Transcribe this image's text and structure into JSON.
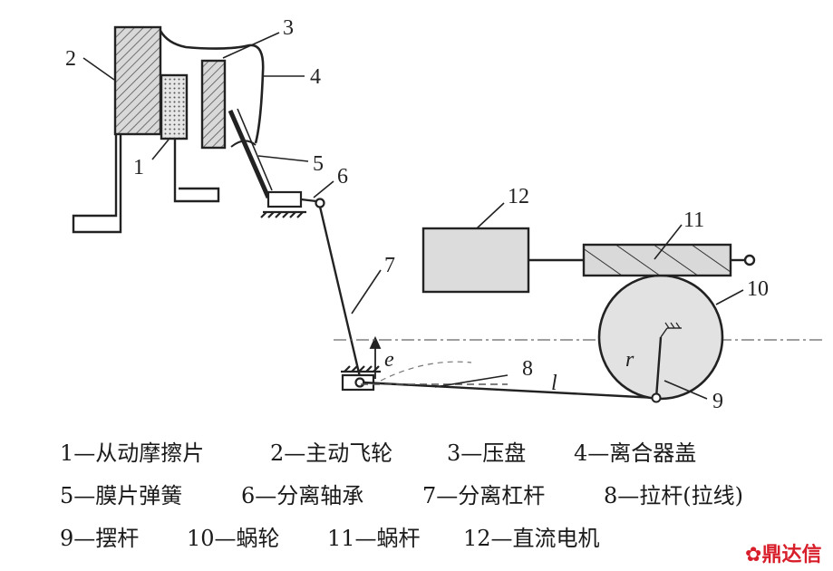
{
  "callouts": {
    "n1": "1",
    "n2": "2",
    "n3": "3",
    "n4": "4",
    "n5": "5",
    "n6": "6",
    "n7": "7",
    "n8": "8",
    "n9": "9",
    "n10": "10",
    "n11": "11",
    "n12": "12"
  },
  "symbols": {
    "e": "e",
    "l": "l",
    "r": "r"
  },
  "legend": {
    "row1": [
      "1—从动摩擦片",
      "2—主动飞轮",
      "3—压盘",
      "4—离合器盖"
    ],
    "row2": [
      "5—膜片弹簧",
      "6—分离轴承",
      "7—分离杠杆",
      "8—拉杆(拉线)"
    ],
    "row3": [
      "9—摆杆",
      "10—蜗轮",
      "11—蜗杆",
      "12—直流电机"
    ]
  },
  "watermark": "鼎达信",
  "colors": {
    "ink": "#222222",
    "hatch_fill": "#d9d9d9",
    "watermark": "#d81e2a"
  }
}
